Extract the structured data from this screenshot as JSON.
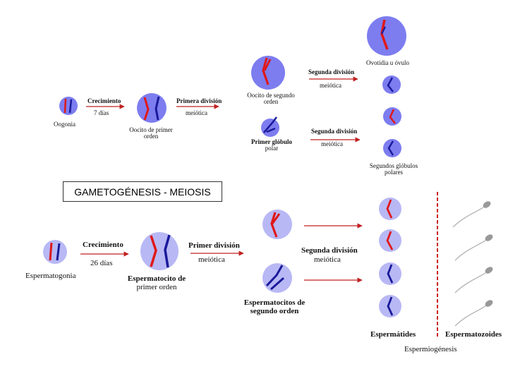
{
  "title": "GAMETOGÉNESIS - MEIOSIS",
  "colors": {
    "cell_fill": "#7d7df0",
    "cell_fill_light": "#b8b8f5",
    "chromosome_maternal": "#e01818",
    "chromosome_paternal": "#1a1a9a",
    "arrow": "#c02020",
    "boundary": "#cc1a1a",
    "sperm": "#999999"
  },
  "oogenesis": {
    "oogonia": "Oogonia",
    "growth": "Crecimiento",
    "growth_days": "7 días",
    "primary_oocyte": [
      "Oocito de primer",
      "orden"
    ],
    "first_division": "Primera división",
    "first_division_sub": "meiótica",
    "secondary_oocyte": [
      "Oocito de segundo",
      "orden"
    ],
    "first_polar_body": [
      "Primer glóbulo",
      "polar"
    ],
    "second_division_top": "Segunda división",
    "second_division_top_sub": "meiótica",
    "second_division_bottom": "Segunda división",
    "second_division_bottom_sub": "meiótica",
    "ootid": "Ovotidia u óvulo",
    "second_polar_bodies": [
      "Segundos glóbulos",
      "polares"
    ]
  },
  "spermatogenesis": {
    "spermatogonia": "Espermatogonia",
    "growth": "Crecimiento",
    "growth_days": "26 días",
    "primary_spermatocyte": [
      "Espermatocito de",
      "primer orden"
    ],
    "first_division": "Primer división",
    "first_division_sub": "meiótica",
    "secondary_spermatocytes": [
      "Espermatocitos de",
      "segundo orden"
    ],
    "second_division": "Segunda división",
    "second_division_sub": "meiótica",
    "spermatids": "Espermátides",
    "spermatozoa": "Espermatozoides",
    "spermiogenesis": "Espermiogénesis"
  }
}
